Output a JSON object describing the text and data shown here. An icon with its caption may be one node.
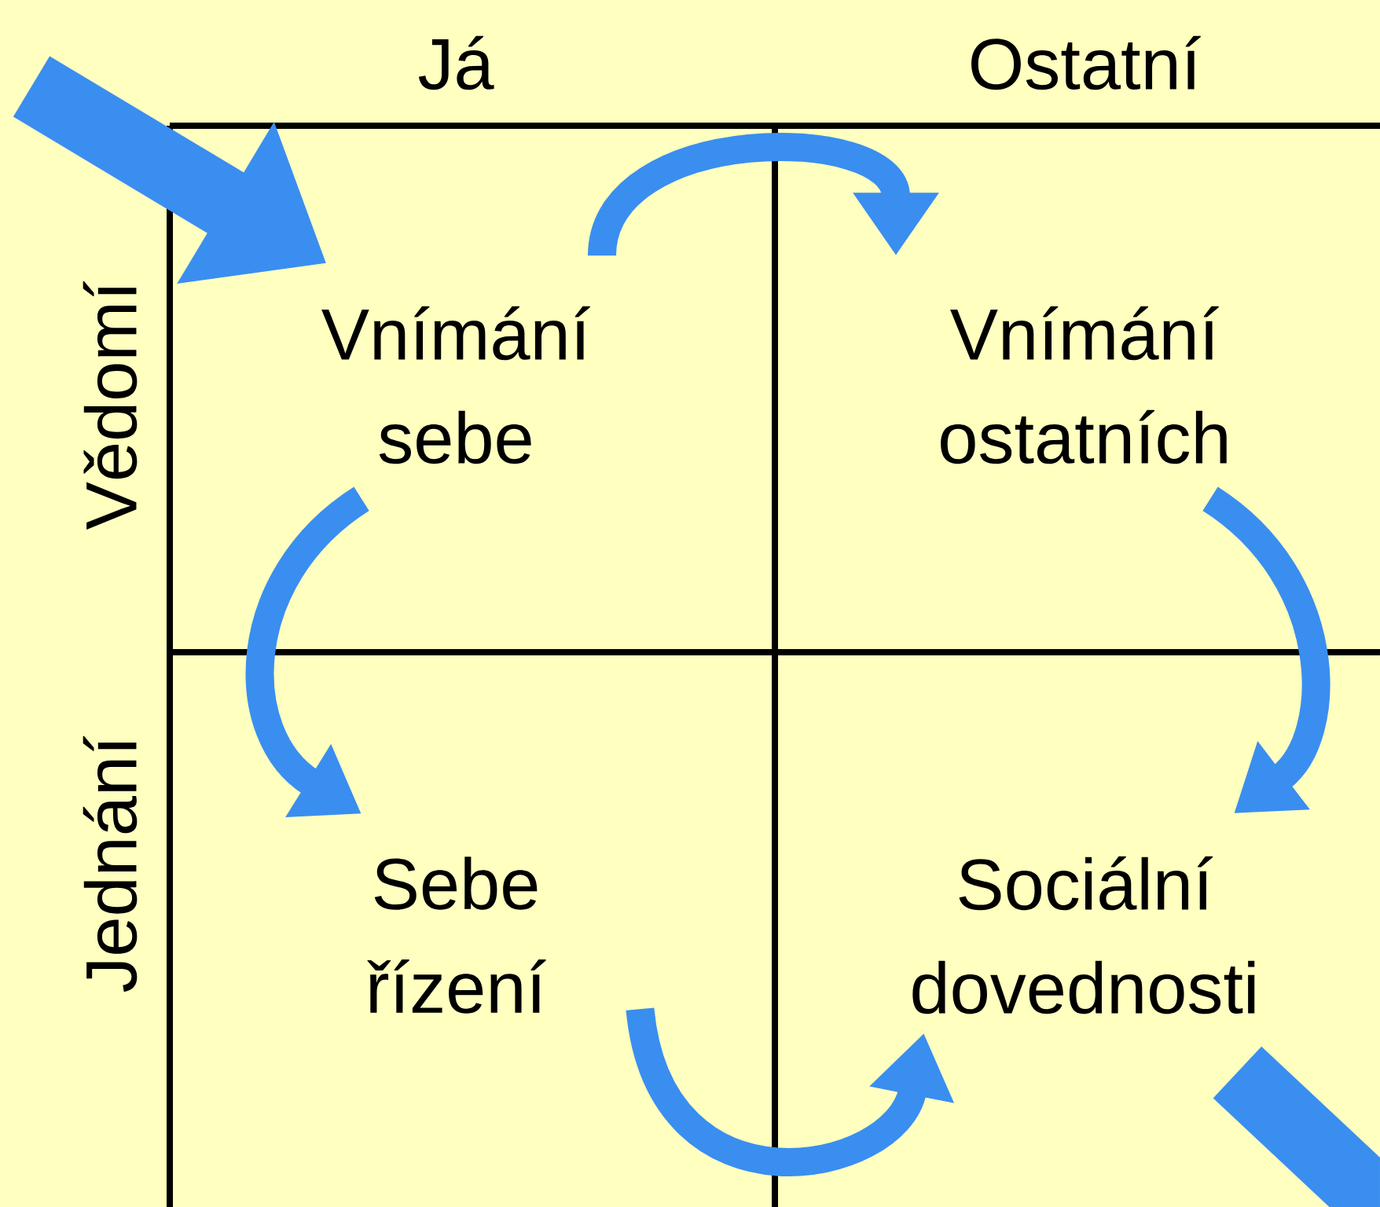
{
  "diagram": {
    "nodes": [
      {
        "text": [
          "Vnímání sebe"
        ]
      },
      {
        "text": [
          "Vnímání ostatních"
        ]
      },
      {
        "text": [
          "Sebe řízení"
        ]
      },
      {
        "text": [
          "Sociální dovednosti"
        ]
      }
    ],
    "edges": [
      {
        "from": 0,
        "to": 1,
        "arrow": "to"
      },
      {
        "from": 0,
        "to": 2,
        "arrow": "to"
      },
      {
        "from": 1,
        "to": 3,
        "arrow": "to"
      },
      {
        "from": 2,
        "to": 3,
        "arrow": "to"
      },
      {
        "from": null,
        "to": 0,
        "arrow": "to",
        "style": "thick"
      },
      {
        "from": 3,
        "to": null,
        "arrow": "none",
        "style": "thick"
      }
    ],
    "labels": [
      "Já",
      "Ostatní",
      "Vědomí",
      "Jednání"
    ]
  }
}
